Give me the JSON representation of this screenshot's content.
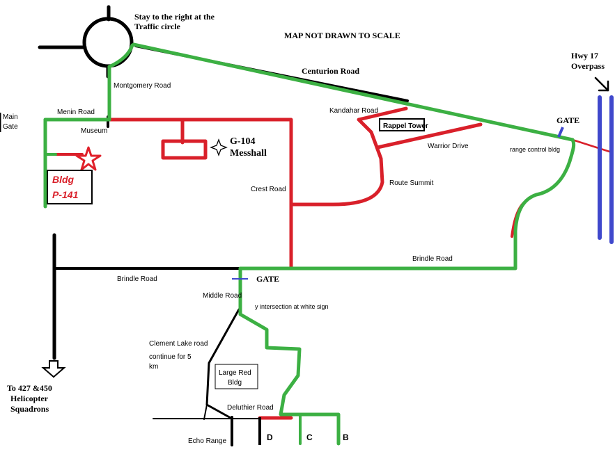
{
  "notes": {
    "traffic_circle_line1": "Stay to the right at the",
    "traffic_circle_line2": "Traffic circle",
    "scale": "MAP NOT DRAWN TO SCALE",
    "y_intersection": "y intersection at white sign",
    "clement_line1": "Clement Lake road",
    "clement_line2": "continue for 5",
    "clement_line3": "km"
  },
  "roads": {
    "centurion": "Centurion Road",
    "montgomery": "Montgomery Road",
    "menin": "Menin Road",
    "kandahar": "Kandahar Road",
    "warrior": "Warrior Drive",
    "route_summit": "Route Summit",
    "crest": "Crest Road",
    "brindle_east": "Brindle Road",
    "brindle_west": "Brindle Road",
    "middle": "Middle Road",
    "deluthier": "Deluthier Road",
    "echo": "Echo Range"
  },
  "places": {
    "main_gate_line1": "Main",
    "main_gate_line2": "Gate",
    "museum": "Museum",
    "bldg_line1": "Bldg",
    "bldg_line2": "P-141",
    "messhall_line1": "G-104",
    "messhall_line2": "Messhall",
    "rappel_tower": "Rappel Tower",
    "range_control": "range control bldg",
    "gate_east": "GATE",
    "gate_south": "GATE",
    "hwy_line1": "Hwy 17",
    "hwy_line2": "Overpass",
    "large_red_line1": "Large Red",
    "large_red_line2": "Bldg",
    "heli_line1": "To 427 &450",
    "heli_line2": "Helicopter",
    "heli_line3": "Squadrons",
    "range_d": "D",
    "range_c": "C",
    "range_b": "B"
  },
  "colors": {
    "route": "#3cb043",
    "red_road": "#d9202a",
    "black_road": "#000000",
    "overpass": "#3f48cc",
    "star": "#e0202a"
  }
}
